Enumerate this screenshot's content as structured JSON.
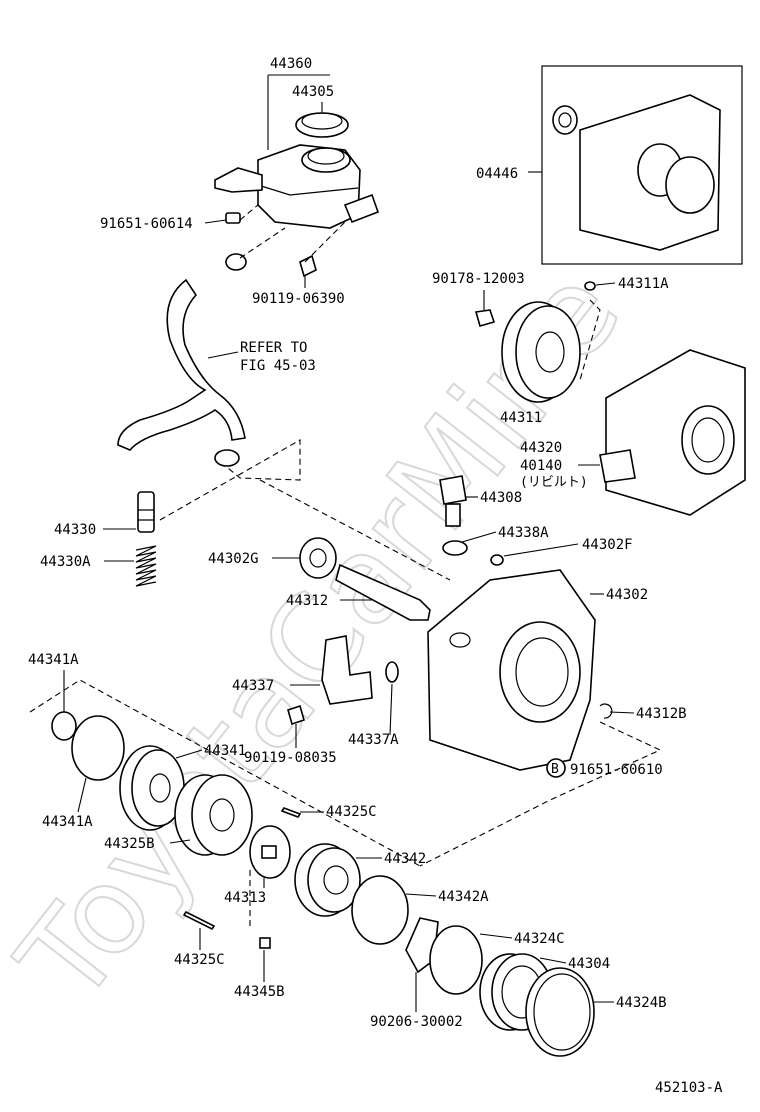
{
  "watermark": "ToyotaCarMine",
  "diagram_code": "452103-A",
  "callout_letter": "B",
  "refer_note": [
    "REFER TO",
    "FIG 45-03"
  ],
  "labels": {
    "p44360": "44360",
    "p44305": "44305",
    "p91651_60614": "91651-60614",
    "p90119_06390": "90119-06390",
    "p04446": "04446",
    "p90178_12003": "90178-12003",
    "p44311A": "44311A",
    "p44311": "44311",
    "p44320": "44320",
    "p40140": "40140",
    "p40140_note": "(リビルト)",
    "p44308": "44308",
    "p44330": "44330",
    "p44330A": "44330A",
    "p44302G": "44302G",
    "p44338A": "44338A",
    "p44302F": "44302F",
    "p44312": "44312",
    "p44302": "44302",
    "p44341A_top": "44341A",
    "p44337": "44337",
    "p44337A": "44337A",
    "p44312B": "44312B",
    "p44341": "44341",
    "p90119_08035": "90119-08035",
    "p91651_60610": "91651-60610",
    "p44341A_bottom": "44341A",
    "p44325C_top": "44325C",
    "p44325B": "44325B",
    "p44342": "44342",
    "p44313": "44313",
    "p44342A": "44342A",
    "p44324C": "44324C",
    "p44325C_bottom": "44325C",
    "p44304": "44304",
    "p44345B": "44345B",
    "p44324B": "44324B",
    "p90206_30002": "90206-30002"
  }
}
